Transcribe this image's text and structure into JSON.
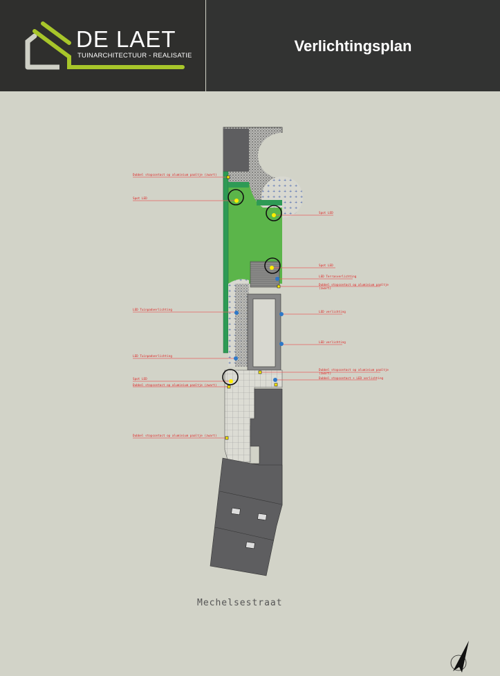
{
  "header": {
    "brand_name": "DE LAET",
    "brand_tagline": "TUINARCHITECTUUR - REALISATIE",
    "title": "Verlichtingsplan"
  },
  "plan": {
    "street": "Mechelsestraat",
    "labels": [
      "Dubbel stopcontact op aluminium paaltje (zwart)",
      "Spot LED",
      "Spot LED",
      "Spot LED",
      "LED Terrasverlichting",
      "Dubbel stopcontact op aluminium paaltje",
      "(zwart)",
      "LED verlichting",
      "LED verlichting",
      "LED Tuinpadverlichting",
      "LED Tuinpadverlichting",
      "Dubbel stopcontact op aluminium paaltje",
      "(zwart)",
      "Dubbel stopcontact + LED verlichting",
      "Spot LED",
      "Dubbel stopcontact op aluminium paaltje (zwart)",
      "Dubbel stopcontact op aluminium paaltje (zwart)"
    ],
    "compass_icon": "north-arrow-icon"
  },
  "colors": {
    "header_bg": "#2f2f2d",
    "logo_green": "#a8c62a",
    "logo_gray": "#cfd0c6",
    "background": "#d2d3c8",
    "lawn": "#5bb54a",
    "hedge": "#2e9a55",
    "building": "#5e5e60",
    "label_red": "#e02020",
    "spot_yellow": "#ffee00",
    "led_blue": "#2e78c8"
  }
}
